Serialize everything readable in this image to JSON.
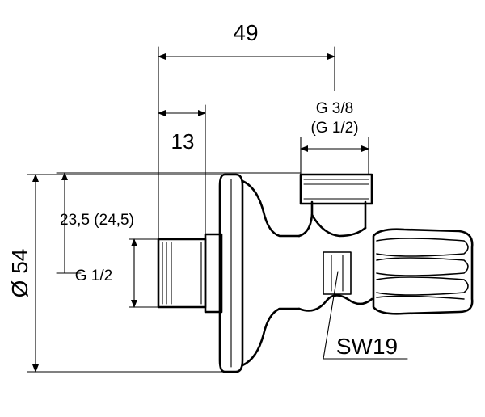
{
  "dimensions": {
    "overall_length": "49",
    "thread_length": "13",
    "outlet_thread": "G 3/8",
    "outlet_thread_alt": "(G 1/2)",
    "center_height": "23,5 (24,5)",
    "inlet_thread": "G 1/2",
    "rosette_diameter": "Ø 54",
    "wrench_size": "SW19"
  }
}
